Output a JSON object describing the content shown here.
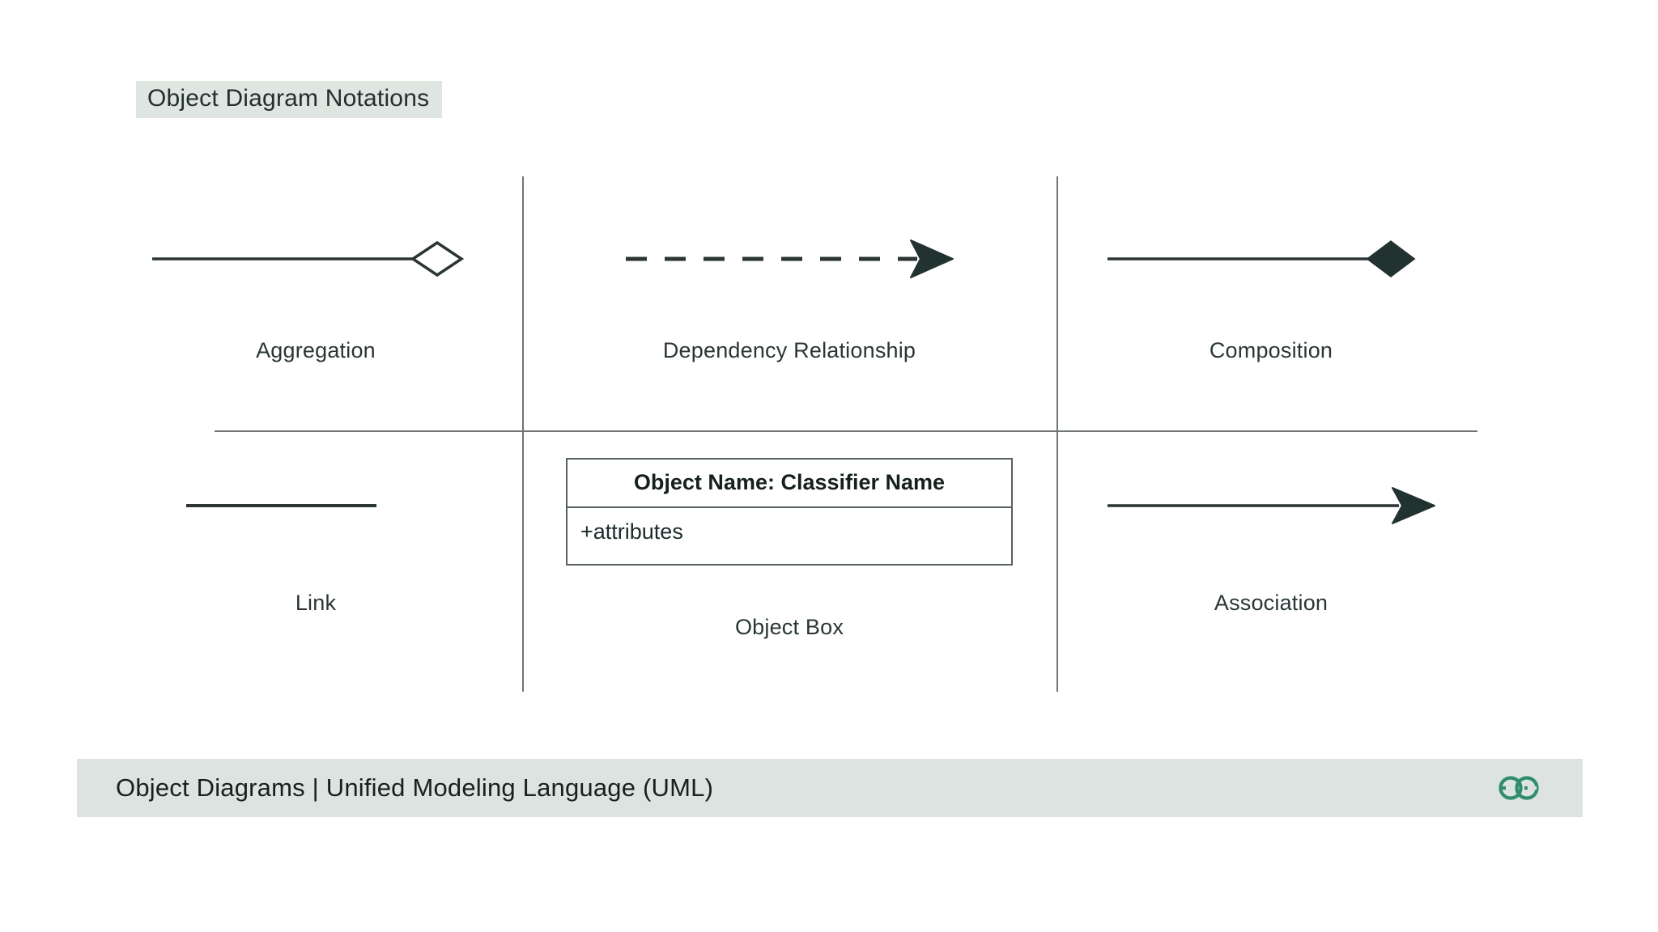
{
  "title": "Object Diagram Notations",
  "colors": {
    "title_highlight": "#dfe6e2",
    "footer_background": "#dde3e0",
    "stroke": "#2b3534",
    "divider": "#6f7574",
    "logo_green": "#2f8d6e"
  },
  "notations": {
    "row1": [
      {
        "caption": "Aggregation",
        "symbol": "line-hollow-diamond-icon"
      },
      {
        "caption": "Dependency Relationship",
        "symbol": "dashed-arrow-icon"
      },
      {
        "caption": "Composition",
        "symbol": "line-filled-diamond-icon"
      }
    ],
    "row2": [
      {
        "caption": "Link",
        "symbol": "plain-line-icon"
      },
      {
        "caption": "Object Box",
        "symbol": "object-box-icon"
      },
      {
        "caption": "Association",
        "symbol": "solid-arrow-icon"
      }
    ]
  },
  "object_box": {
    "header": "Object Name: Classifier Name",
    "attributes": "+attributes"
  },
  "footer": {
    "text": "Object Diagrams | Unified Modeling Language (UML)",
    "logo": "geeksforgeeks-gg-logo"
  }
}
